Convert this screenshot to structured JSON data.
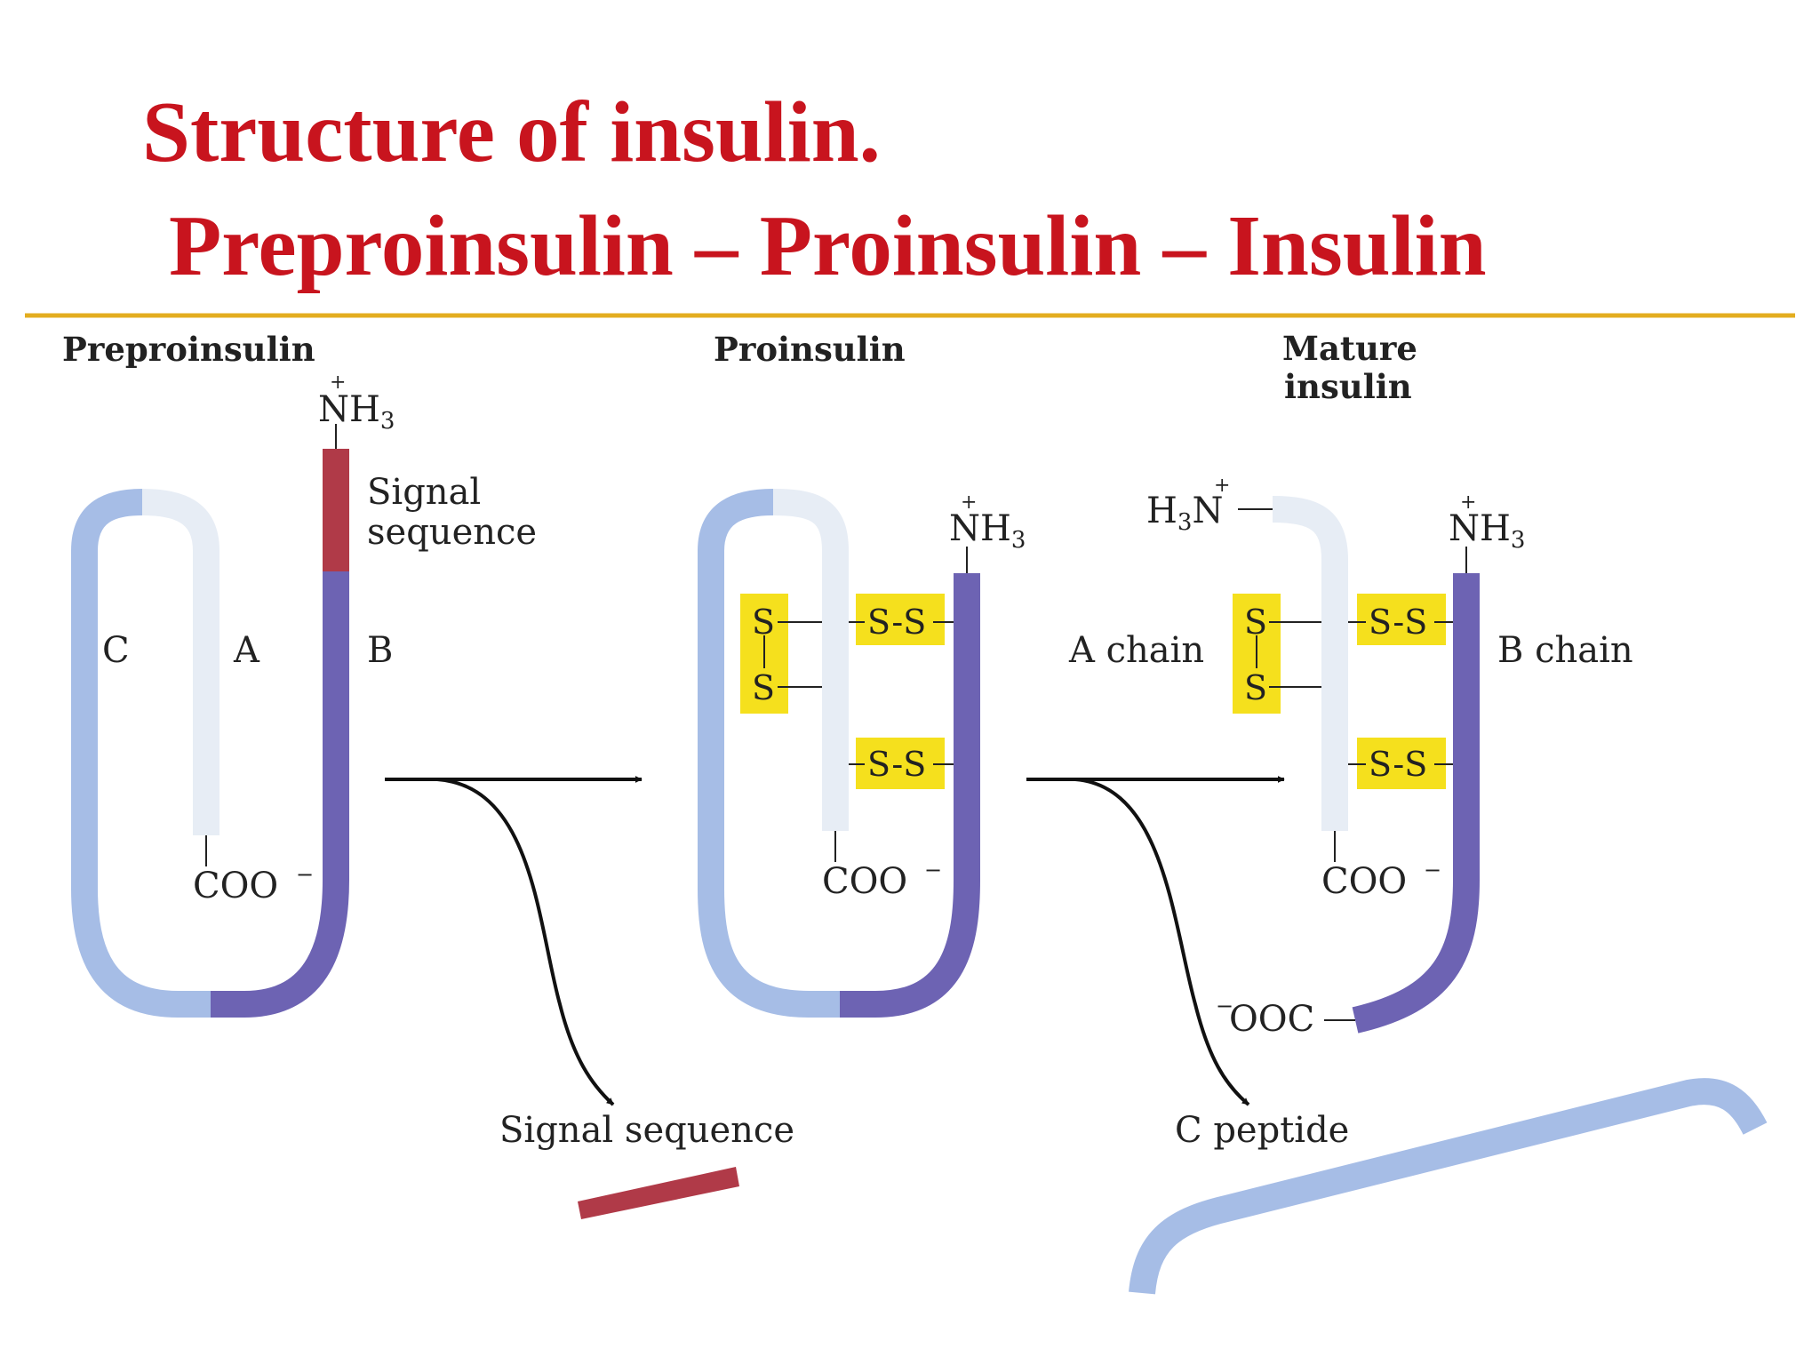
{
  "title": {
    "line1": "Structure of  insulin.",
    "line2": "Preproinsulin – Proinsulin – Insulin"
  },
  "panels": {
    "preproinsulin": {
      "heading": "Preproinsulin",
      "nh3": "NH",
      "nh3_sub": "3",
      "plus": "+",
      "signal_line1": "Signal",
      "signal_line2": "sequence",
      "label_c": "C",
      "label_a": "A",
      "label_b": "B",
      "coo": "COO",
      "minus": "−"
    },
    "proinsulin": {
      "heading": "Proinsulin",
      "nh3": "NH",
      "nh3_sub": "3",
      "plus": "+",
      "coo": "COO",
      "minus": "−",
      "s": "S",
      "ss": "S-S"
    },
    "mature": {
      "heading_line1": "Mature",
      "heading_line2": "insulin",
      "h3n_h": "H",
      "h3n_sub": "3",
      "h3n_n": "N",
      "plus": "+",
      "nh3": "NH",
      "nh3_sub": "3",
      "a_chain": "A chain",
      "b_chain": "B chain",
      "coo": "COO",
      "minus": "−",
      "ooc": "OOC",
      "s": "S",
      "ss": "S-S"
    }
  },
  "products": {
    "signal_sequence": "Signal sequence",
    "c_peptide": "C peptide"
  },
  "colors": {
    "title": "#c8141e",
    "divider": "#e3ad1f",
    "signal": "#b03a48",
    "c_chain": "#a6bde6",
    "a_chain": "#e7edf5",
    "b_chain": "#6d63b3",
    "disulfide": "#f5e01d"
  }
}
